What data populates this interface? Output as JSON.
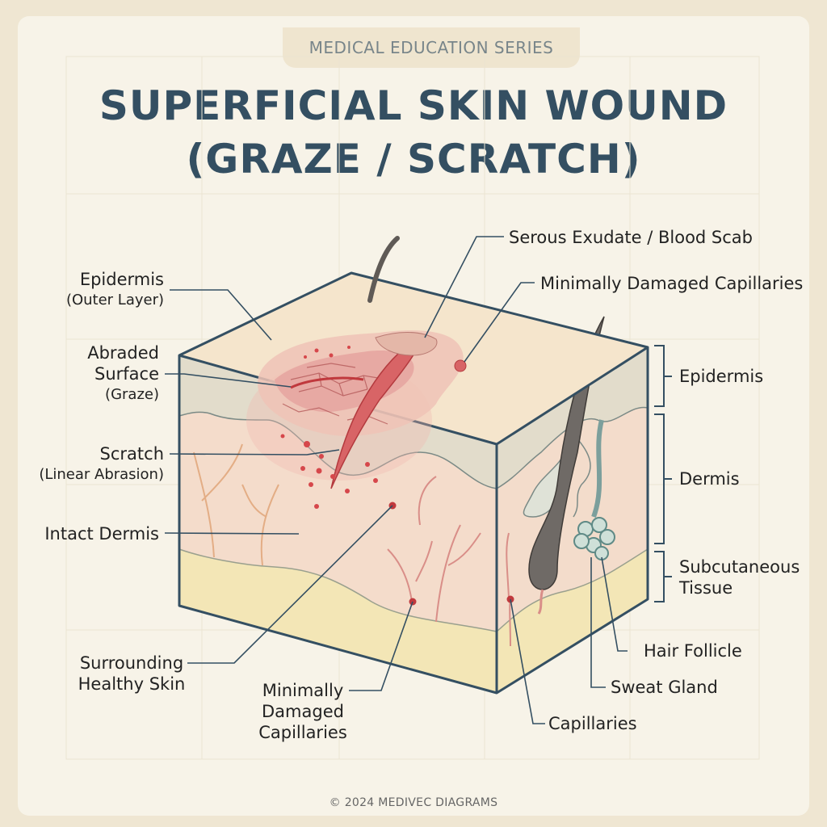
{
  "header": {
    "series": "MEDICAL EDUCATION SERIES"
  },
  "title": {
    "line1": "SUPERFICIAL SKIN WOUND",
    "line2": "(GRAZE / SCRATCH)"
  },
  "labels": {
    "epidermis_outer": {
      "main": "Epidermis",
      "sub": "(Outer Layer)"
    },
    "abraded_surface": {
      "l1": "Abraded",
      "l2": "Surface",
      "sub": "(Graze)"
    },
    "scratch": {
      "main": "Scratch",
      "sub": "(Linear Abrasion)"
    },
    "intact_dermis": "Intact Dermis",
    "surrounding_healthy": {
      "l1": "Surrounding",
      "l2": "Healthy Skin"
    },
    "minimally_damaged_bottom": {
      "l1": "Minimally",
      "l2": "Damaged",
      "l3": "Capillaries"
    },
    "serous_exudate": "Serous Exudate / Blood Scab",
    "minimally_damaged_top": "Minimally Damaged Capillaries",
    "epidermis_right": "Epidermis",
    "dermis_right": "Dermis",
    "subcutaneous": {
      "l1": "Subcutaneous",
      "l2": "Tissue"
    },
    "hair_follicle": "Hair Follicle",
    "sweat_gland": "Sweat Gland",
    "capillaries": "Capillaries"
  },
  "footer": "© 2024 MEDIVEC DIAGRAMS"
}
